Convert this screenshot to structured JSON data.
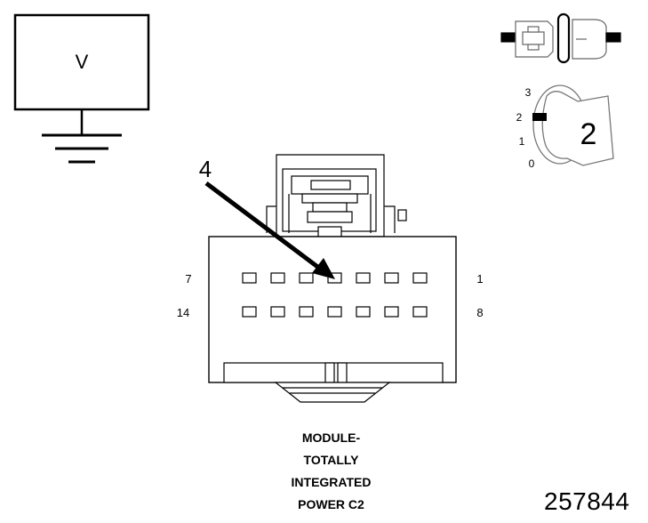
{
  "meter": {
    "label": "V"
  },
  "key_position": {
    "positions": [
      "3",
      "2",
      "1",
      "0"
    ],
    "selected": "2"
  },
  "connector": {
    "pin_callout": "4",
    "row1_left": "7",
    "row1_right": "1",
    "row2_left": "14",
    "row2_right": "8"
  },
  "caption": {
    "line1": "MODULE-",
    "line2": "TOTALLY",
    "line3": "INTEGRATED",
    "line4": "POWER C2"
  },
  "figure_id": "257844"
}
